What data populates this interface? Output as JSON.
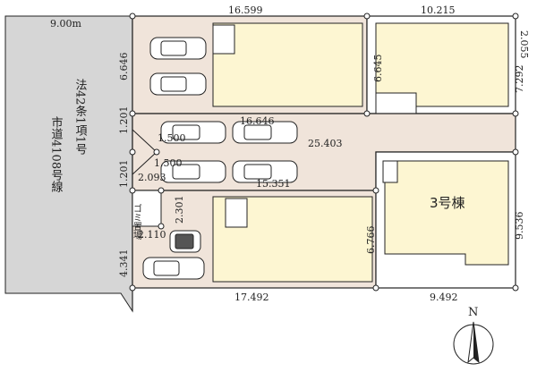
{
  "road": {
    "width_label": "9.00m",
    "name_col1": "市道4108号線",
    "name_col2": "法42条1項1号"
  },
  "dimensions": {
    "top_left": "16.599",
    "top_right": "10.215",
    "right_top": "2.055",
    "right_mid": "7.292",
    "right_bottom": "9.536",
    "bottom_left": "17.492",
    "bottom_right": "9.492",
    "lot1_left": "6.646",
    "lot2_left": "6.645",
    "lane_upper": "16.646",
    "lane_mid": "25.403",
    "lane_lower": "15.351",
    "opening_upper": "1.201",
    "opening_lower": "1.201",
    "corner_upper": "1.500",
    "corner_lower": "1.500",
    "lot3_side": "2.093",
    "lot3_vertical": "2.301",
    "lot3_width": "2.110",
    "lot3_left_bottom": "4.341",
    "lot3_inner": "6.766"
  },
  "labels": {
    "building3": "3号棟",
    "garbage": "ゴミ置場",
    "north": "N"
  },
  "colors": {
    "building": "#fdf6d2",
    "parking": "#f0e4da",
    "road": "#d6d6d6",
    "line": "#222222"
  }
}
